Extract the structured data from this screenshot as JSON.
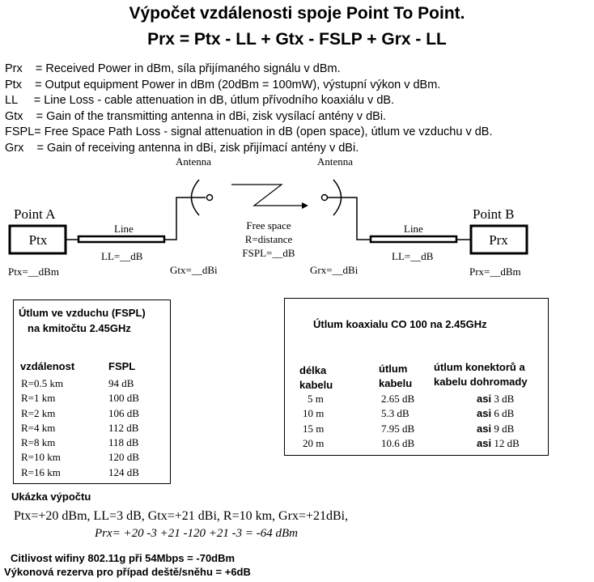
{
  "title": "Výpočet vzdálenosti spoje Point To Point.",
  "formula": "Prx = Ptx - LL + Gtx - FSLP + Grx - LL",
  "definitions": [
    "Prx    = Received Power in dBm, síla přijímaného signálu v dBm.",
    "Ptx    = Output equipment Power in dBm (20dBm = 100mW), výstupní výkon v dBm.",
    "LL     = Line Loss - cable attenuation in dB, útlum přívodního koaxiálu v dB.",
    "Gtx    = Gain of the transmitting antenna in dBi, zisk vysílací antény v dBi.",
    "FSPL= Free Space Path Loss - signal attenuation in dB (open space), útlum ve vzduchu v dB.",
    "Grx    = Gain of receiving antenna in dBi, zisk přijímací antény v dBi."
  ],
  "diagram": {
    "antenna_left": "Antenna",
    "antenna_right": "Antenna",
    "point_a": "Point A",
    "point_b": "Point B",
    "ptx_box": "Ptx",
    "prx_box": "Prx",
    "line_left": "Line",
    "line_right": "Line",
    "ll_left": "LL=__dB",
    "ll_right": "LL=__dB",
    "ptx_val": "Ptx=__dBm",
    "prx_val": "Prx=__dBm",
    "gtx_val": "Gtx=__dBi",
    "grx_val": "Grx=__dBi",
    "free_space": "Free space",
    "distance": "R=distance",
    "fspl": "FSPL=__dB"
  },
  "fspl_table": {
    "title_line1": "Útlum ve vzduchu (FSPL)",
    "title_line2": "na kmitočtu 2.45GHz",
    "col1": "vzdálenost",
    "col2": "FSPL",
    "rows": [
      [
        "R=0.5 km",
        "94 dB"
      ],
      [
        "R=1 km",
        "100 dB"
      ],
      [
        "R=2 km",
        "106 dB"
      ],
      [
        "R=4 km",
        "112 dB"
      ],
      [
        "R=8 km",
        "118 dB"
      ],
      [
        "R=10 km",
        "120 dB"
      ],
      [
        "R=16 km",
        "124 dB"
      ]
    ]
  },
  "coax_table": {
    "title": "Útlum koaxialu CO 100 na 2.45GHz",
    "col1_line1": "délka",
    "col1_line2": "kabelu",
    "col2_line1": "útlum",
    "col2_line2": "kabelu",
    "col3_line1": "útlum konektorů a",
    "col3_line2": "kabelu dohromady",
    "asi": "asi",
    "rows": [
      [
        "5 m",
        "2.65 dB",
        "3 dB"
      ],
      [
        "10 m",
        "5.3 dB",
        "6 dB"
      ],
      [
        "15 m",
        "7.95 dB",
        "9 dB"
      ],
      [
        "20 m",
        "10.6 dB",
        "12 dB"
      ]
    ]
  },
  "example": {
    "heading": "Ukázka výpočtu",
    "line1": "Ptx=+20 dBm, LL=3 dB, Gtx=+21 dBi, R=10 km, Grx=+21dBi,",
    "line2": "Prx= +20 -3 +21 -120 +21 -3 = -64 dBm"
  },
  "footer": {
    "line1": "Citlivost wifiny 802.11g při 54Mbps = -70dBm",
    "line2": "Výkonová rezerva pro případ deště/sněhu = +6dB"
  }
}
